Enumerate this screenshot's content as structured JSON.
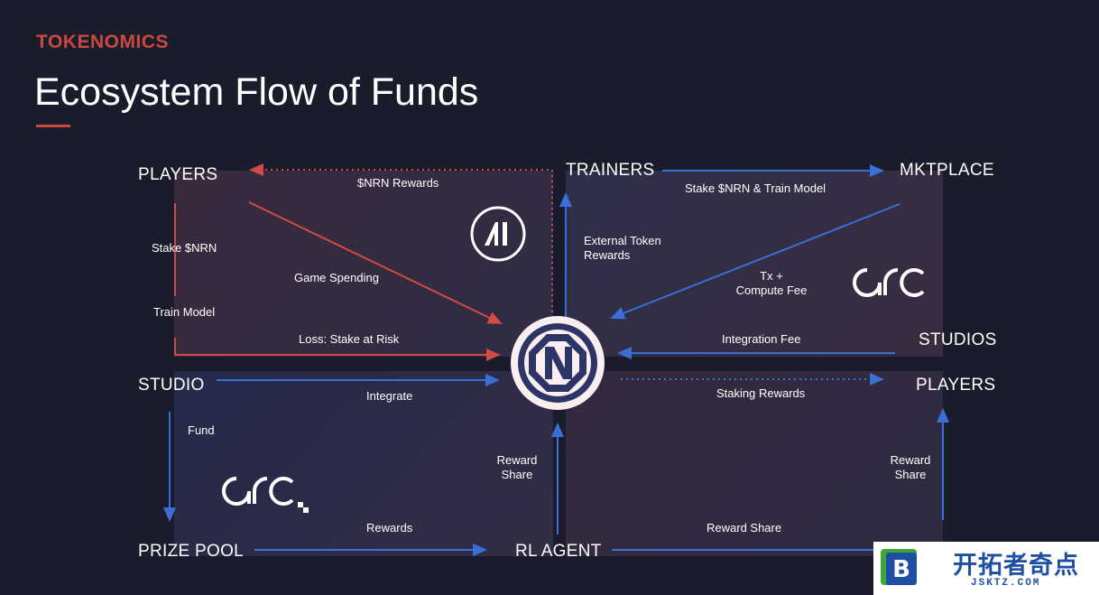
{
  "header": {
    "eyebrow": "TOKENOMICS",
    "title": "Ecosystem Flow of Funds"
  },
  "colors": {
    "background": "#1b1c2b",
    "accent_red": "#c9493f",
    "flow_red": "#d24a45",
    "flow_blue": "#3466c9"
  },
  "nodes": {
    "players_top": "PLAYERS",
    "trainers": "TRAINERS",
    "mktplace": "MKTPLACE",
    "studios": "STUDIOS",
    "studio": "STUDIO",
    "players_right": "PLAYERS",
    "prize_pool": "PRIZE POOL",
    "rl_agent": "RL AGENT"
  },
  "flows": {
    "nrn_rewards": "$NRN Rewards",
    "stake_nrn": "Stake $NRN",
    "train_model": "Train Model",
    "game_spending": "Game Spending",
    "loss_stake": "Loss: Stake at Risk",
    "stake_train": "Stake $NRN & Train Model",
    "external_token_1": "External Token",
    "external_token_2": "Rewards",
    "tx_fee_1": "Tx +",
    "tx_fee_2": "Compute Fee",
    "integration_fee": "Integration Fee",
    "integrate": "Integrate",
    "staking_rewards": "Staking Rewards",
    "fund": "Fund",
    "reward_share_center_1": "Reward",
    "reward_share_center_2": "Share",
    "reward_share_right_1": "Reward",
    "reward_share_right_2": "Share",
    "rewards": "Rewards",
    "reward_share_bottom": "Reward Share"
  },
  "icons": {
    "hub": "nrn-token-icon",
    "ai": "ai-logo-icon",
    "arc_top": "arc-logo-icon",
    "arc_bottom": "arc-logo-icon"
  },
  "watermark": {
    "letter": "B",
    "title": "开拓者奇点",
    "url": "JSKTZ.COM"
  }
}
